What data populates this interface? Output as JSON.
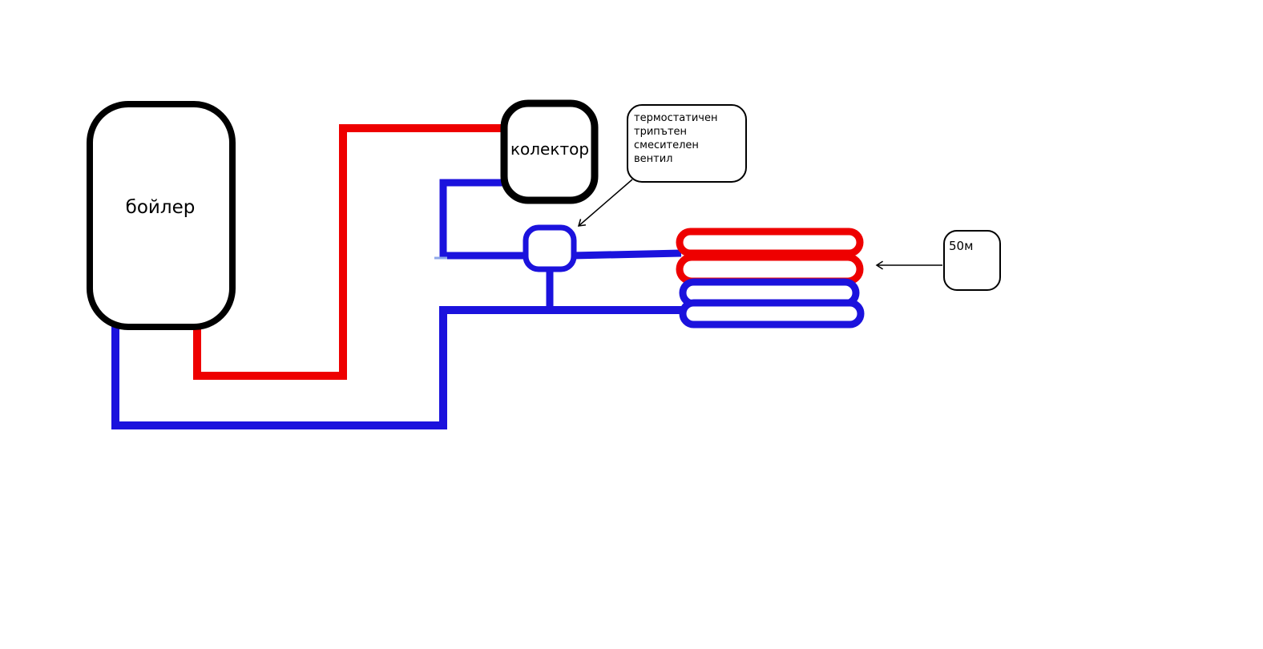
{
  "diagram": {
    "boiler_label": "бойлер",
    "collector_label": "колектор",
    "valve_note": "термостатичен\nтрипътен\nсмесителен\nвентил",
    "coil_length_label": "50м",
    "colors": {
      "hot_pipe": "#ee0000",
      "cold_pipe": "#1b12dd",
      "outline": "#000000"
    }
  }
}
